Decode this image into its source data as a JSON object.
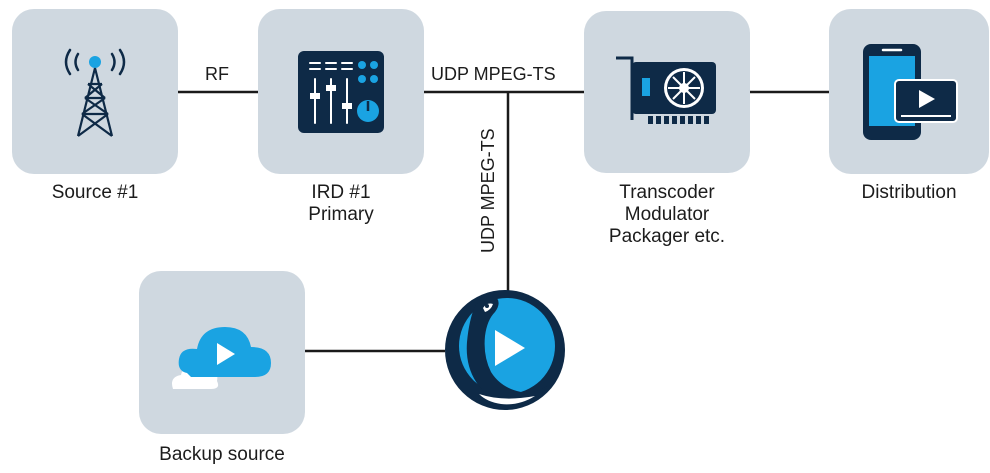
{
  "nodes": {
    "source": {
      "label": "Source #1",
      "icon": "radio-tower-icon"
    },
    "ird": {
      "label_line1": "IRD #1",
      "label_line2": "Primary",
      "icon": "receiver-mixer-icon"
    },
    "transcoder": {
      "label_line1": "Transcoder",
      "label_line2": "Modulator",
      "label_line3": "Packager etc.",
      "icon": "pci-card-fan-icon"
    },
    "distribution": {
      "label": "Distribution",
      "icon": "phone-video-icon"
    },
    "backup": {
      "label": "Backup source",
      "icon": "cloud-play-icon"
    },
    "hub": {
      "icon": "otter-play-logo-icon"
    }
  },
  "links": {
    "rf": "RF",
    "udp_top": "UDP MPEG-TS",
    "udp_vertical": "UDP MPEG-TS"
  },
  "colors": {
    "box": "#cfd8e0",
    "line": "#1a1a1a",
    "accent": "#1aa3e2",
    "navy": "#0e2a47"
  }
}
